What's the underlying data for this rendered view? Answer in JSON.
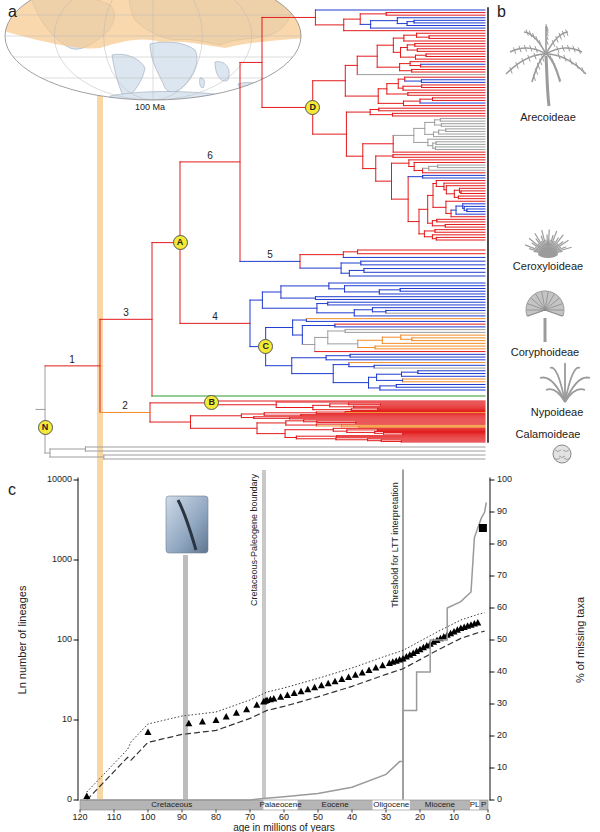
{
  "diagram": {
    "nodes": [
      {
        "text": [
          "D"
        ]
      },
      {
        "text": [
          "A"
        ]
      },
      {
        "text": [
          "C"
        ]
      },
      {
        "text": [
          "B"
        ]
      },
      {
        "text": [
          "N"
        ]
      }
    ],
    "labels": [
      "a",
      "100 Ma",
      "b",
      "Arecoideae",
      "Ceroxyloideae",
      "Coryphoideae",
      "Nypoideae",
      "Calamoideae",
      "1",
      "2",
      "3",
      "4",
      "5",
      "6",
      "c",
      "Ln number of lineages",
      "% of missing taxa",
      "10000",
      "1000",
      "100",
      "10",
      "0",
      "100",
      "90",
      "80",
      "70",
      "60",
      "50",
      "40",
      "30",
      "20",
      "10",
      "0",
      "Cretaceous-Paleogene boundary",
      "Threshold for LTT interpretation",
      "Cretaceous",
      "Palaeocene",
      "Eocene",
      "Oligocene",
      "Miocene",
      "PL",
      "P",
      "120",
      "110",
      "100",
      "90",
      "80",
      "70",
      "60",
      "50",
      "40",
      "30",
      "20",
      "10",
      "0",
      "age in millions of years"
    ]
  }
}
